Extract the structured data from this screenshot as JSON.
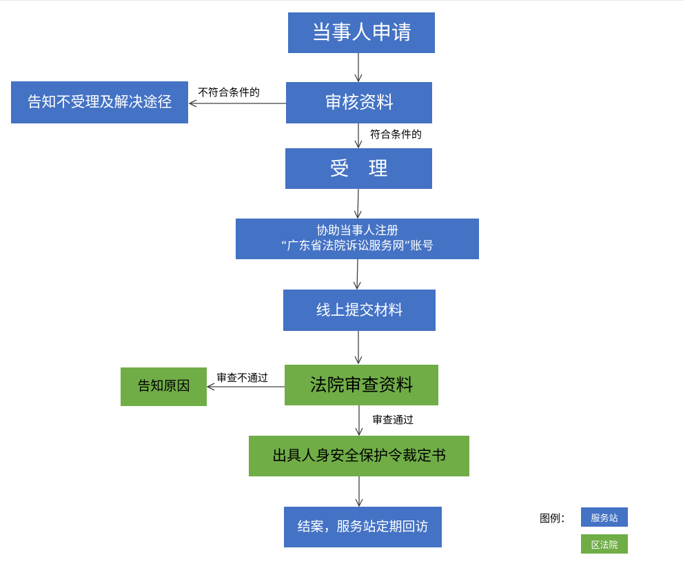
{
  "nodes": {
    "apply": "当事人申请",
    "review": "审核资料",
    "reject": "告知不受理及解决途径",
    "accept": "受　理",
    "register_line1": "协助当事人注册",
    "register_line2": "“广东省法院诉讼服务网”账号",
    "submit": "线上提交材料",
    "court_review": "法院审查资料",
    "reason": "告知原因",
    "order": "出具人身安全保护令裁定书",
    "close": "结案，服务站定期回访"
  },
  "edge_labels": {
    "not_qualified": "不符合条件的",
    "qualified": "符合条件的",
    "review_failed": "审查不通过",
    "review_passed": "审查通过"
  },
  "legend": {
    "title": "图例：",
    "items": [
      {
        "label": "服务站",
        "color": "#4472c4"
      },
      {
        "label": "区法院",
        "color": "#70ad47"
      }
    ]
  },
  "colors": {
    "service_station": "#4472c4",
    "district_court": "#70ad47"
  }
}
